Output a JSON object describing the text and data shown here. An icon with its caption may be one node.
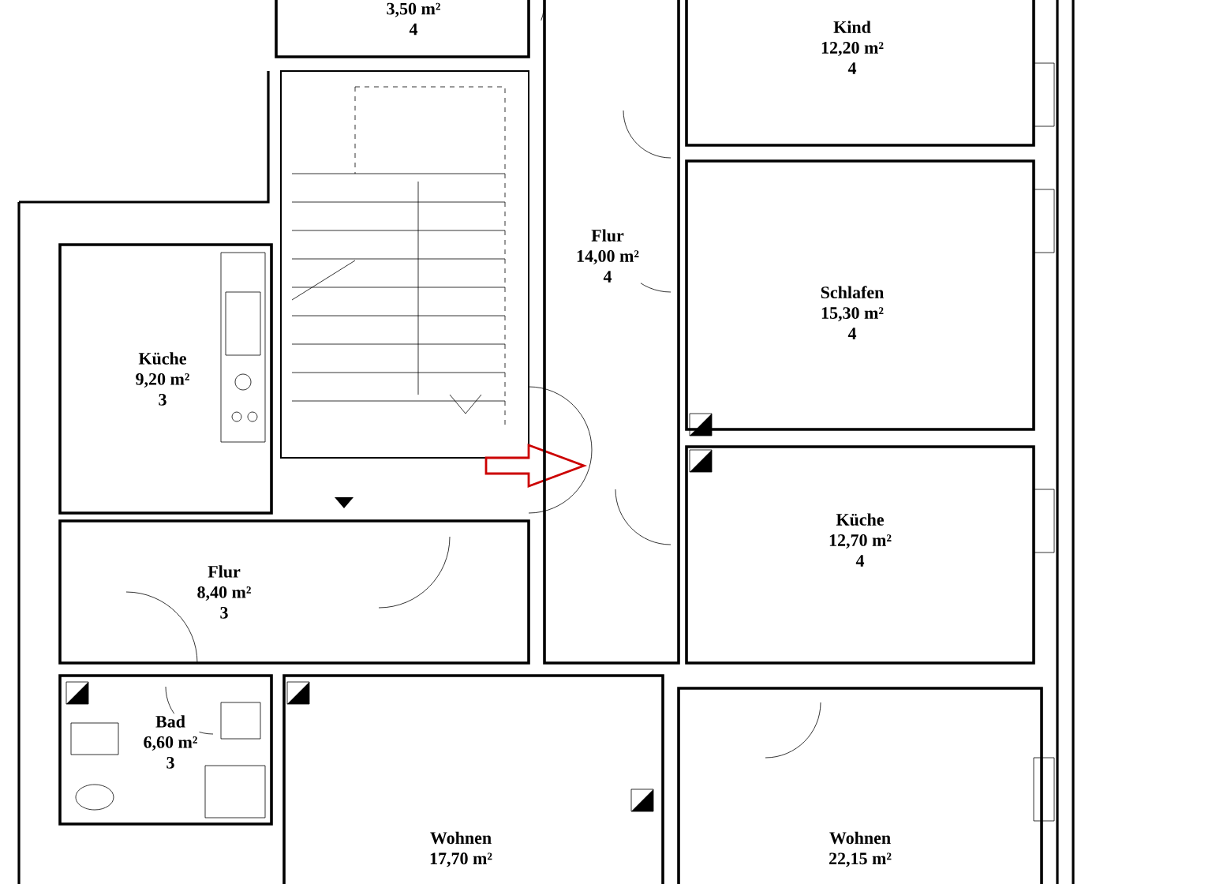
{
  "diagram": {
    "nodes": [
      {
        "text": [
          "3,50 m²",
          "4"
        ]
      },
      {
        "text": [
          "Kind",
          "12,20 m²",
          "4"
        ]
      },
      {
        "text": [
          "Flur",
          "14,00 m²",
          "4"
        ]
      },
      {
        "text": [
          "Schlafen",
          "15,30 m²",
          "4"
        ]
      },
      {
        "text": [
          "Küche",
          "9,20 m²",
          "3"
        ]
      },
      {
        "text": [
          "Küche",
          "12,70 m²",
          "4"
        ]
      },
      {
        "text": [
          "Flur",
          "8,40 m²",
          "3"
        ]
      },
      {
        "text": [
          "Bad",
          "6,60 m²",
          "3"
        ]
      },
      {
        "text": [
          "Wohnen",
          "17,70 m²"
        ]
      },
      {
        "text": [
          "Wohnen",
          "22,15 m²"
        ]
      }
    ]
  }
}
